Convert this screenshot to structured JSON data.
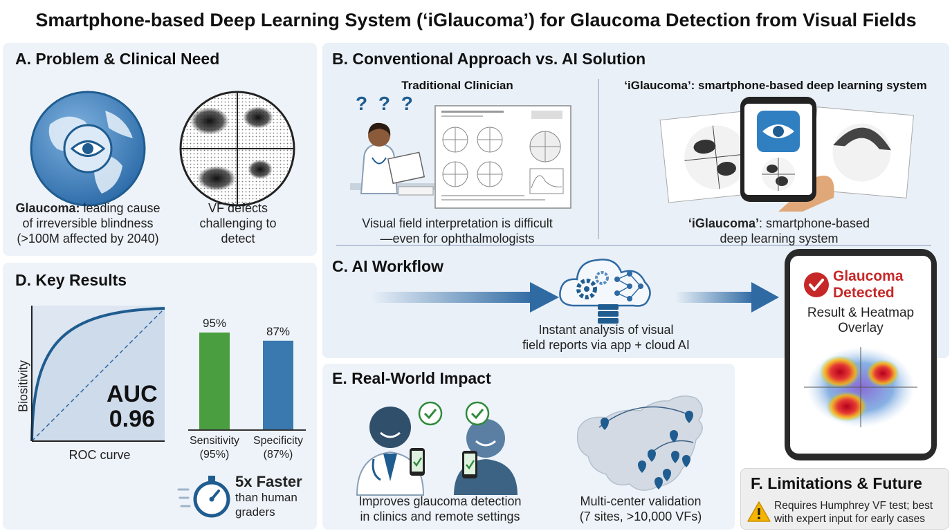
{
  "title": "Smartphone-based Deep Learning System (‘iGlaucoma’) for Glaucoma Detection from Visual Fields",
  "panelA": {
    "heading": "A. Problem & Clinical Need",
    "glaucoma_bold": "Glaucoma:",
    "glaucoma_rest1": " leading cause",
    "glaucoma_rest2": "of irreversible blindness",
    "glaucoma_rest3": "(>100M affected by 2040)",
    "vf_line1": "VF defects",
    "vf_line2": "challenging to",
    "vf_line3": "detect"
  },
  "panelB": {
    "heading": "B. Conventional Approach vs. AI Solution",
    "trad_title": "Traditional Clinician",
    "trad_caption1": "Visual field interpretation is difficult",
    "trad_caption2": "—even for ophthalmologists",
    "ai_title": "‘iGlaucoma’: smartphone-based deep learning system",
    "ai_caption_bold": "‘iGlaucoma’",
    "ai_caption_rest1": ": smartphone-based",
    "ai_caption_rest2": "deep learning system",
    "qmarks": "? ? ?"
  },
  "panelC": {
    "heading": "C. AI Workflow",
    "caption1": "Instant analysis of visual",
    "caption2": "field reports via app + cloud AI"
  },
  "phone": {
    "result_line1": "Glaucoma",
    "result_line2": "Detected",
    "overlay_line1": "Result & Heatmap",
    "overlay_line2": "Overlay"
  },
  "panelD": {
    "heading": "D. Key Results",
    "roc_ylabel": "Biositivity",
    "roc_xlabel": "ROC curve",
    "auc_label": "AUC",
    "auc_value": "0.96",
    "faster_bold": "5x Faster",
    "faster_line2": "than human",
    "faster_line3": "graders"
  },
  "panelE": {
    "heading": "E. Real-World Impact",
    "left_caption1": "Improves glaucoma detection",
    "left_caption2": "in clinics and remote settings",
    "right_caption1": "Multi-center validation",
    "right_caption2": "(7 sites, >10,000 VFs)"
  },
  "panelF": {
    "heading": "F. Limitations & Future",
    "line1": "Requires Humphrey VF test; best",
    "line2": "with expert input for early cases"
  },
  "chart_data": {
    "type": "bar",
    "categories": [
      "Sensitivity\n(95%)",
      "Specificity\n(87%)"
    ],
    "category_line1": [
      "Sensitivity",
      "Specificity"
    ],
    "category_line2": [
      "(95%)",
      "(87%)"
    ],
    "data_labels": [
      "95%",
      "87%"
    ],
    "values": [
      95,
      87
    ],
    "ylim": [
      0,
      100
    ],
    "colors": [
      "#4a9e3f",
      "#3a78b0"
    ]
  },
  "colors": {
    "accent_blue": "#1f5c8f",
    "alert_red": "#c62828",
    "check_green": "#2e8b3a"
  }
}
